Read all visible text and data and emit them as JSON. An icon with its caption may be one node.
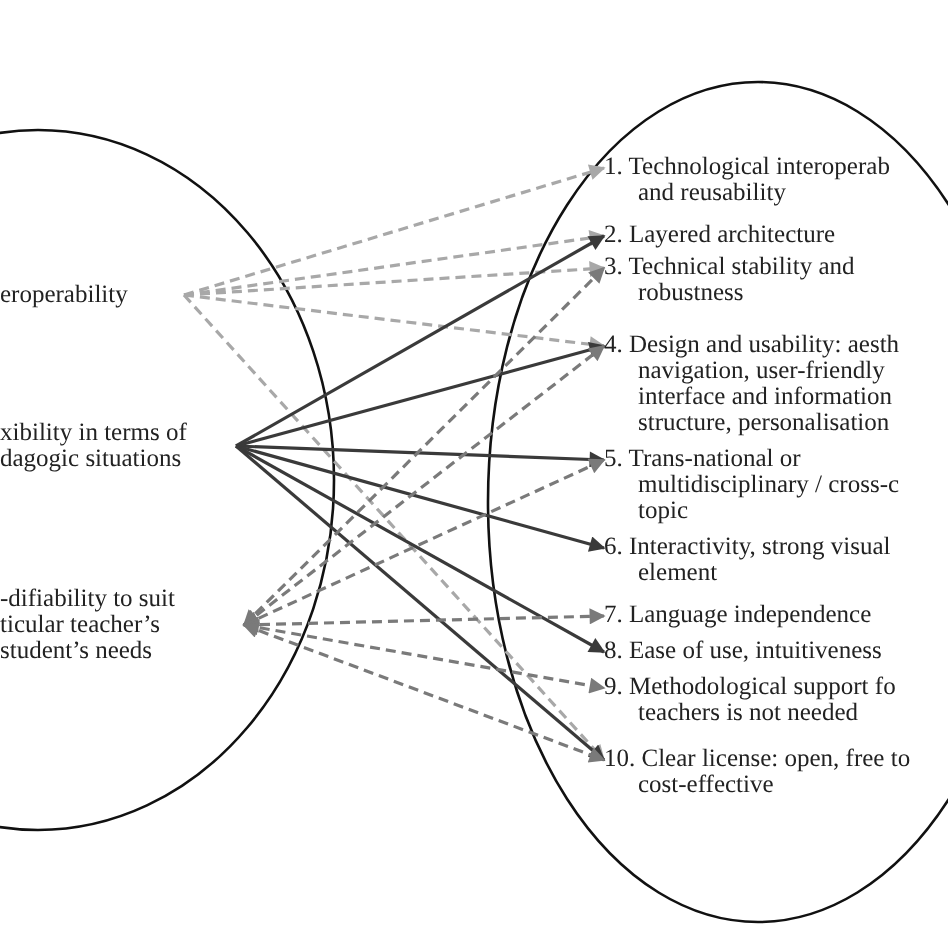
{
  "diagram": {
    "nodes": [
      {
        "text": [],
        "shape": "ellipse"
      },
      {
        "text": [],
        "shape": "ellipse"
      },
      {
        "text": [
          "eroperability"
        ],
        "in": 0
      },
      {
        "text": [
          "xibility in terms of dagogic situations"
        ],
        "in": 0
      },
      {
        "text": [
          "-difiability to suit ticular teacher’s student’s needs"
        ],
        "in": 0
      },
      {
        "text": [
          "1. Technological interoperab and reusability"
        ],
        "in": 1
      },
      {
        "text": [
          "2. Layered architecture"
        ],
        "in": 1
      },
      {
        "text": [
          "3. Technical stability and robustness"
        ],
        "in": 1
      },
      {
        "text": [
          "4. Design and usability: aesth navigation, user-friendly interface and information structure, personalisation"
        ],
        "in": 1
      },
      {
        "text": [
          "5. Trans-national or multidisciplinary / cross-c topic"
        ],
        "in": 1
      },
      {
        "text": [
          "6. Interactivity, strong visual element"
        ],
        "in": 1
      },
      {
        "text": [
          "7. Language independence"
        ],
        "in": 1
      },
      {
        "text": [
          "8. Ease of use, intuitiveness"
        ],
        "in": 1
      },
      {
        "text": [
          "9. Methodological support fo teachers is not needed"
        ],
        "in": 1
      },
      {
        "text": [
          "10. Clear license: open, free to cost-effective"
        ],
        "in": 1
      }
    ],
    "edges": [
      {
        "from": 2,
        "to": 5,
        "arrow": "to",
        "style": "dashed",
        "color": "#a8a8a8"
      },
      {
        "from": 2,
        "to": 6,
        "arrow": "to",
        "style": "dashed",
        "color": "#a8a8a8"
      },
      {
        "from": 2,
        "to": 7,
        "arrow": "to",
        "style": "dashed",
        "color": "#a8a8a8"
      },
      {
        "from": 2,
        "to": 8,
        "arrow": "to",
        "style": "dashed",
        "color": "#a8a8a8"
      },
      {
        "from": 2,
        "to": 14,
        "arrow": "to",
        "style": "dashed",
        "color": "#a8a8a8"
      },
      {
        "from": 3,
        "to": 6,
        "arrow": "to"
      },
      {
        "from": 3,
        "to": 8,
        "arrow": "to"
      },
      {
        "from": 3,
        "to": 9,
        "arrow": "to"
      },
      {
        "from": 3,
        "to": 10,
        "arrow": "to"
      },
      {
        "from": 3,
        "to": 12,
        "arrow": "to"
      },
      {
        "from": 3,
        "to": 14,
        "arrow": "to"
      },
      {
        "from": 4,
        "to": 7,
        "arrow": "both",
        "style": "dashed",
        "color": "#7a7a7a"
      },
      {
        "from": 4,
        "to": 8,
        "arrow": "both",
        "style": "dashed",
        "color": "#7a7a7a"
      },
      {
        "from": 4,
        "to": 9,
        "arrow": "both",
        "style": "dashed",
        "color": "#7a7a7a"
      },
      {
        "from": 4,
        "to": 11,
        "arrow": "both",
        "style": "dashed",
        "color": "#7a7a7a"
      },
      {
        "from": 4,
        "to": 13,
        "arrow": "both",
        "style": "dashed",
        "color": "#7a7a7a"
      },
      {
        "from": 4,
        "to": 14,
        "arrow": "both",
        "style": "dashed",
        "color": "#7a7a7a"
      }
    ]
  }
}
